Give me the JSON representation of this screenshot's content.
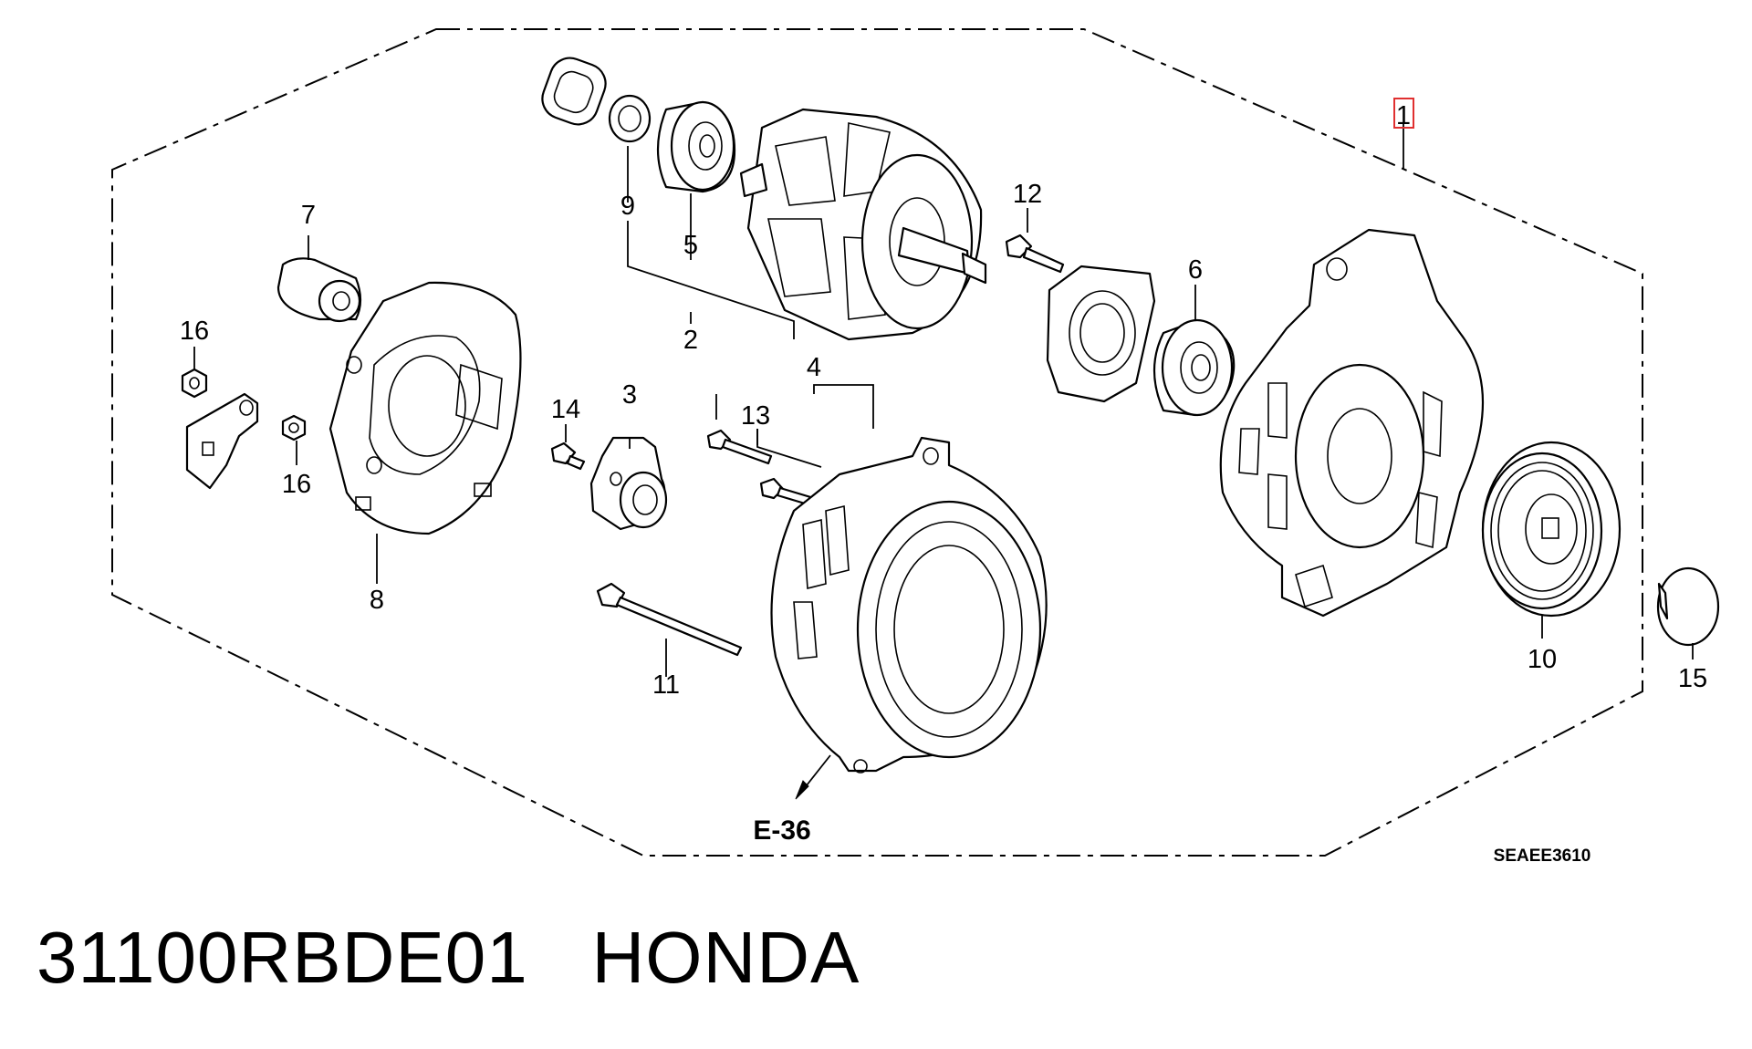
{
  "diagram": {
    "callouts": [
      {
        "id": "c1",
        "text": "1",
        "highlighted": true
      },
      {
        "id": "c2",
        "text": "2"
      },
      {
        "id": "c3",
        "text": "3"
      },
      {
        "id": "c4",
        "text": "4"
      },
      {
        "id": "c5",
        "text": "5"
      },
      {
        "id": "c6",
        "text": "6"
      },
      {
        "id": "c7",
        "text": "7"
      },
      {
        "id": "c8",
        "text": "8"
      },
      {
        "id": "c9",
        "text": "9"
      },
      {
        "id": "c10",
        "text": "10"
      },
      {
        "id": "c11",
        "text": "11"
      },
      {
        "id": "c12",
        "text": "12"
      },
      {
        "id": "c13",
        "text": "13"
      },
      {
        "id": "c14",
        "text": "14"
      },
      {
        "id": "c15",
        "text": "15"
      },
      {
        "id": "c16a",
        "text": "16"
      },
      {
        "id": "c16b",
        "text": "16"
      }
    ],
    "reference": "E-36",
    "drawing_code": "SEAEE3610",
    "highlight_color": "#e03030"
  },
  "caption": {
    "part_number": "31100RBDE01",
    "brand": "HONDA"
  }
}
